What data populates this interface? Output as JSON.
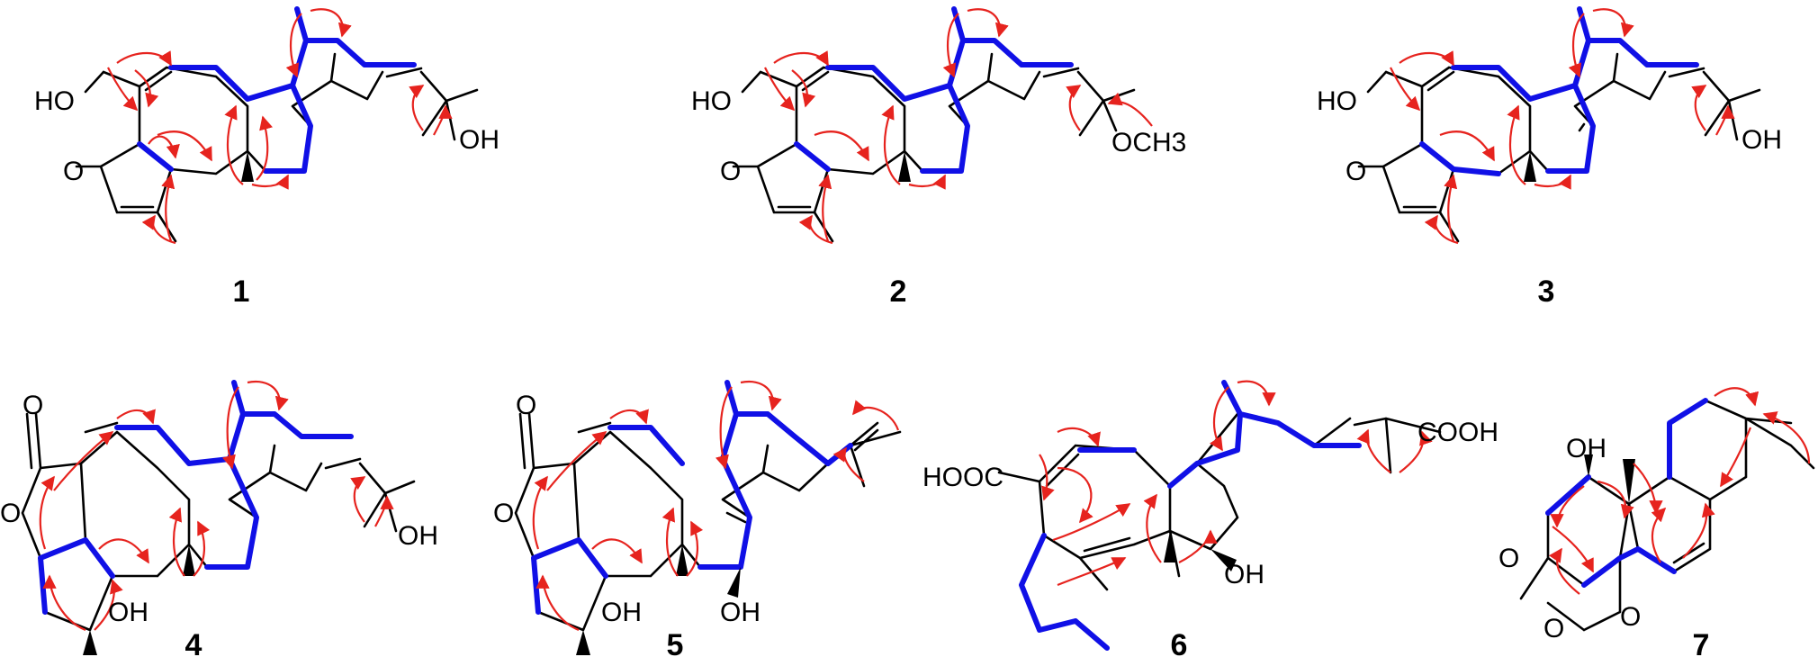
{
  "colors": {
    "bond": "#000000",
    "cosy_bond": "#1010e6",
    "hmbc_arrow": "#e6231e"
  },
  "compounds": [
    {
      "number": "1",
      "labels": {
        "ho": "HO",
        "o": "O",
        "oh": "OH"
      }
    },
    {
      "number": "2",
      "labels": {
        "ho": "HO",
        "o": "O",
        "och3": "OCH3"
      }
    },
    {
      "number": "3",
      "labels": {
        "ho": "HO",
        "o": "O",
        "oh": "OH"
      }
    },
    {
      "number": "4",
      "labels": {
        "o_carbonyl": "O",
        "o_ring": "O",
        "oh_ring": "OH",
        "oh_side": "OH"
      }
    },
    {
      "number": "5",
      "labels": {
        "o_carbonyl": "O",
        "o_ring": "O",
        "oh_ring": "OH",
        "oh_side": "OH"
      }
    },
    {
      "number": "6",
      "labels": {
        "hooc": "HOOC",
        "cooh": "COOH",
        "oh": "OH"
      }
    },
    {
      "number": "7",
      "labels": {
        "oh": "OH",
        "o_ketone": "O",
        "o_lactone_carbonyl": "O",
        "o_lactone_ring": "O"
      }
    }
  ]
}
